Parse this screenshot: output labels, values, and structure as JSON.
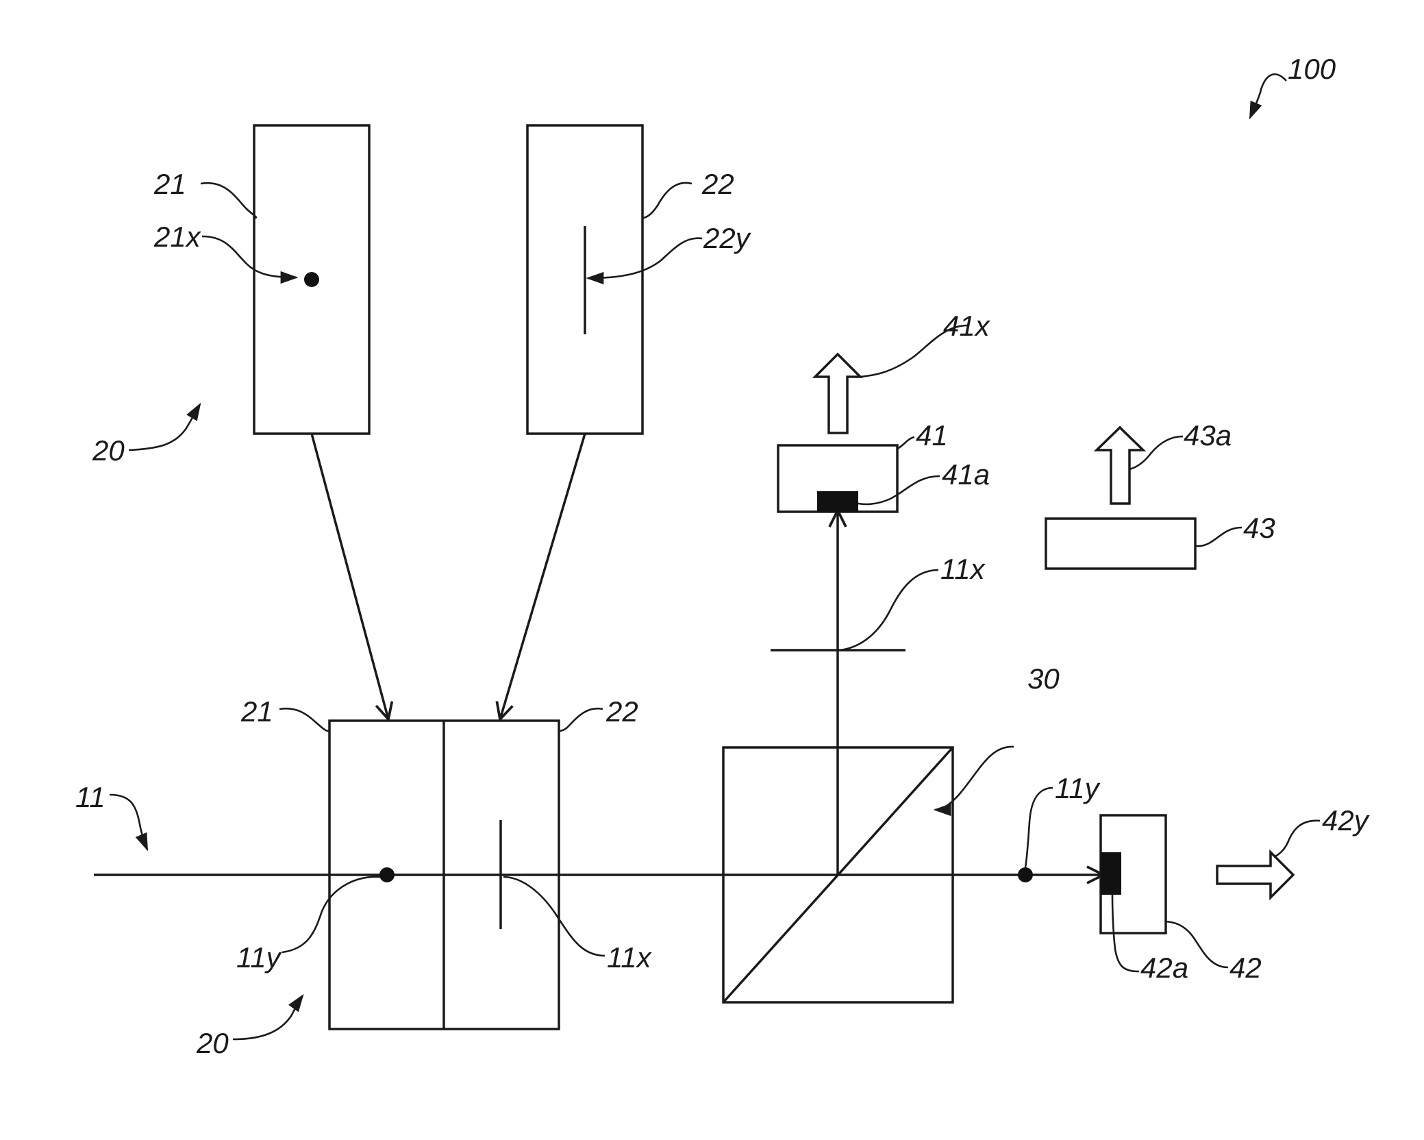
{
  "figure": {
    "ref_system": "100",
    "ref_polarizer_group_top": "20",
    "ref_polarizer_group_bottom": "20",
    "ref_polarizer_21_top": "21",
    "ref_polarizer_21_axis": "21x",
    "ref_polarizer_22_top": "22",
    "ref_polarizer_22_axis": "22y",
    "ref_polarizer_21_bottom": "21",
    "ref_polarizer_22_bottom": "22",
    "ref_input_beam": "11",
    "ref_beam_11y_left": "11y",
    "ref_beam_11x_left": "11x",
    "ref_beam_splitter": "30",
    "ref_beam_11x_up": "11x",
    "ref_beam_11y_right": "11y",
    "ref_detector_41": "41",
    "ref_detector_41a": "41a",
    "ref_output_41x": "41x",
    "ref_detector_42": "42",
    "ref_detector_42a": "42a",
    "ref_output_42y": "42y",
    "ref_unit_43": "43",
    "ref_output_43a": "43a"
  },
  "colors": {
    "ink": "#1a1a1a",
    "background": "#ffffff"
  }
}
